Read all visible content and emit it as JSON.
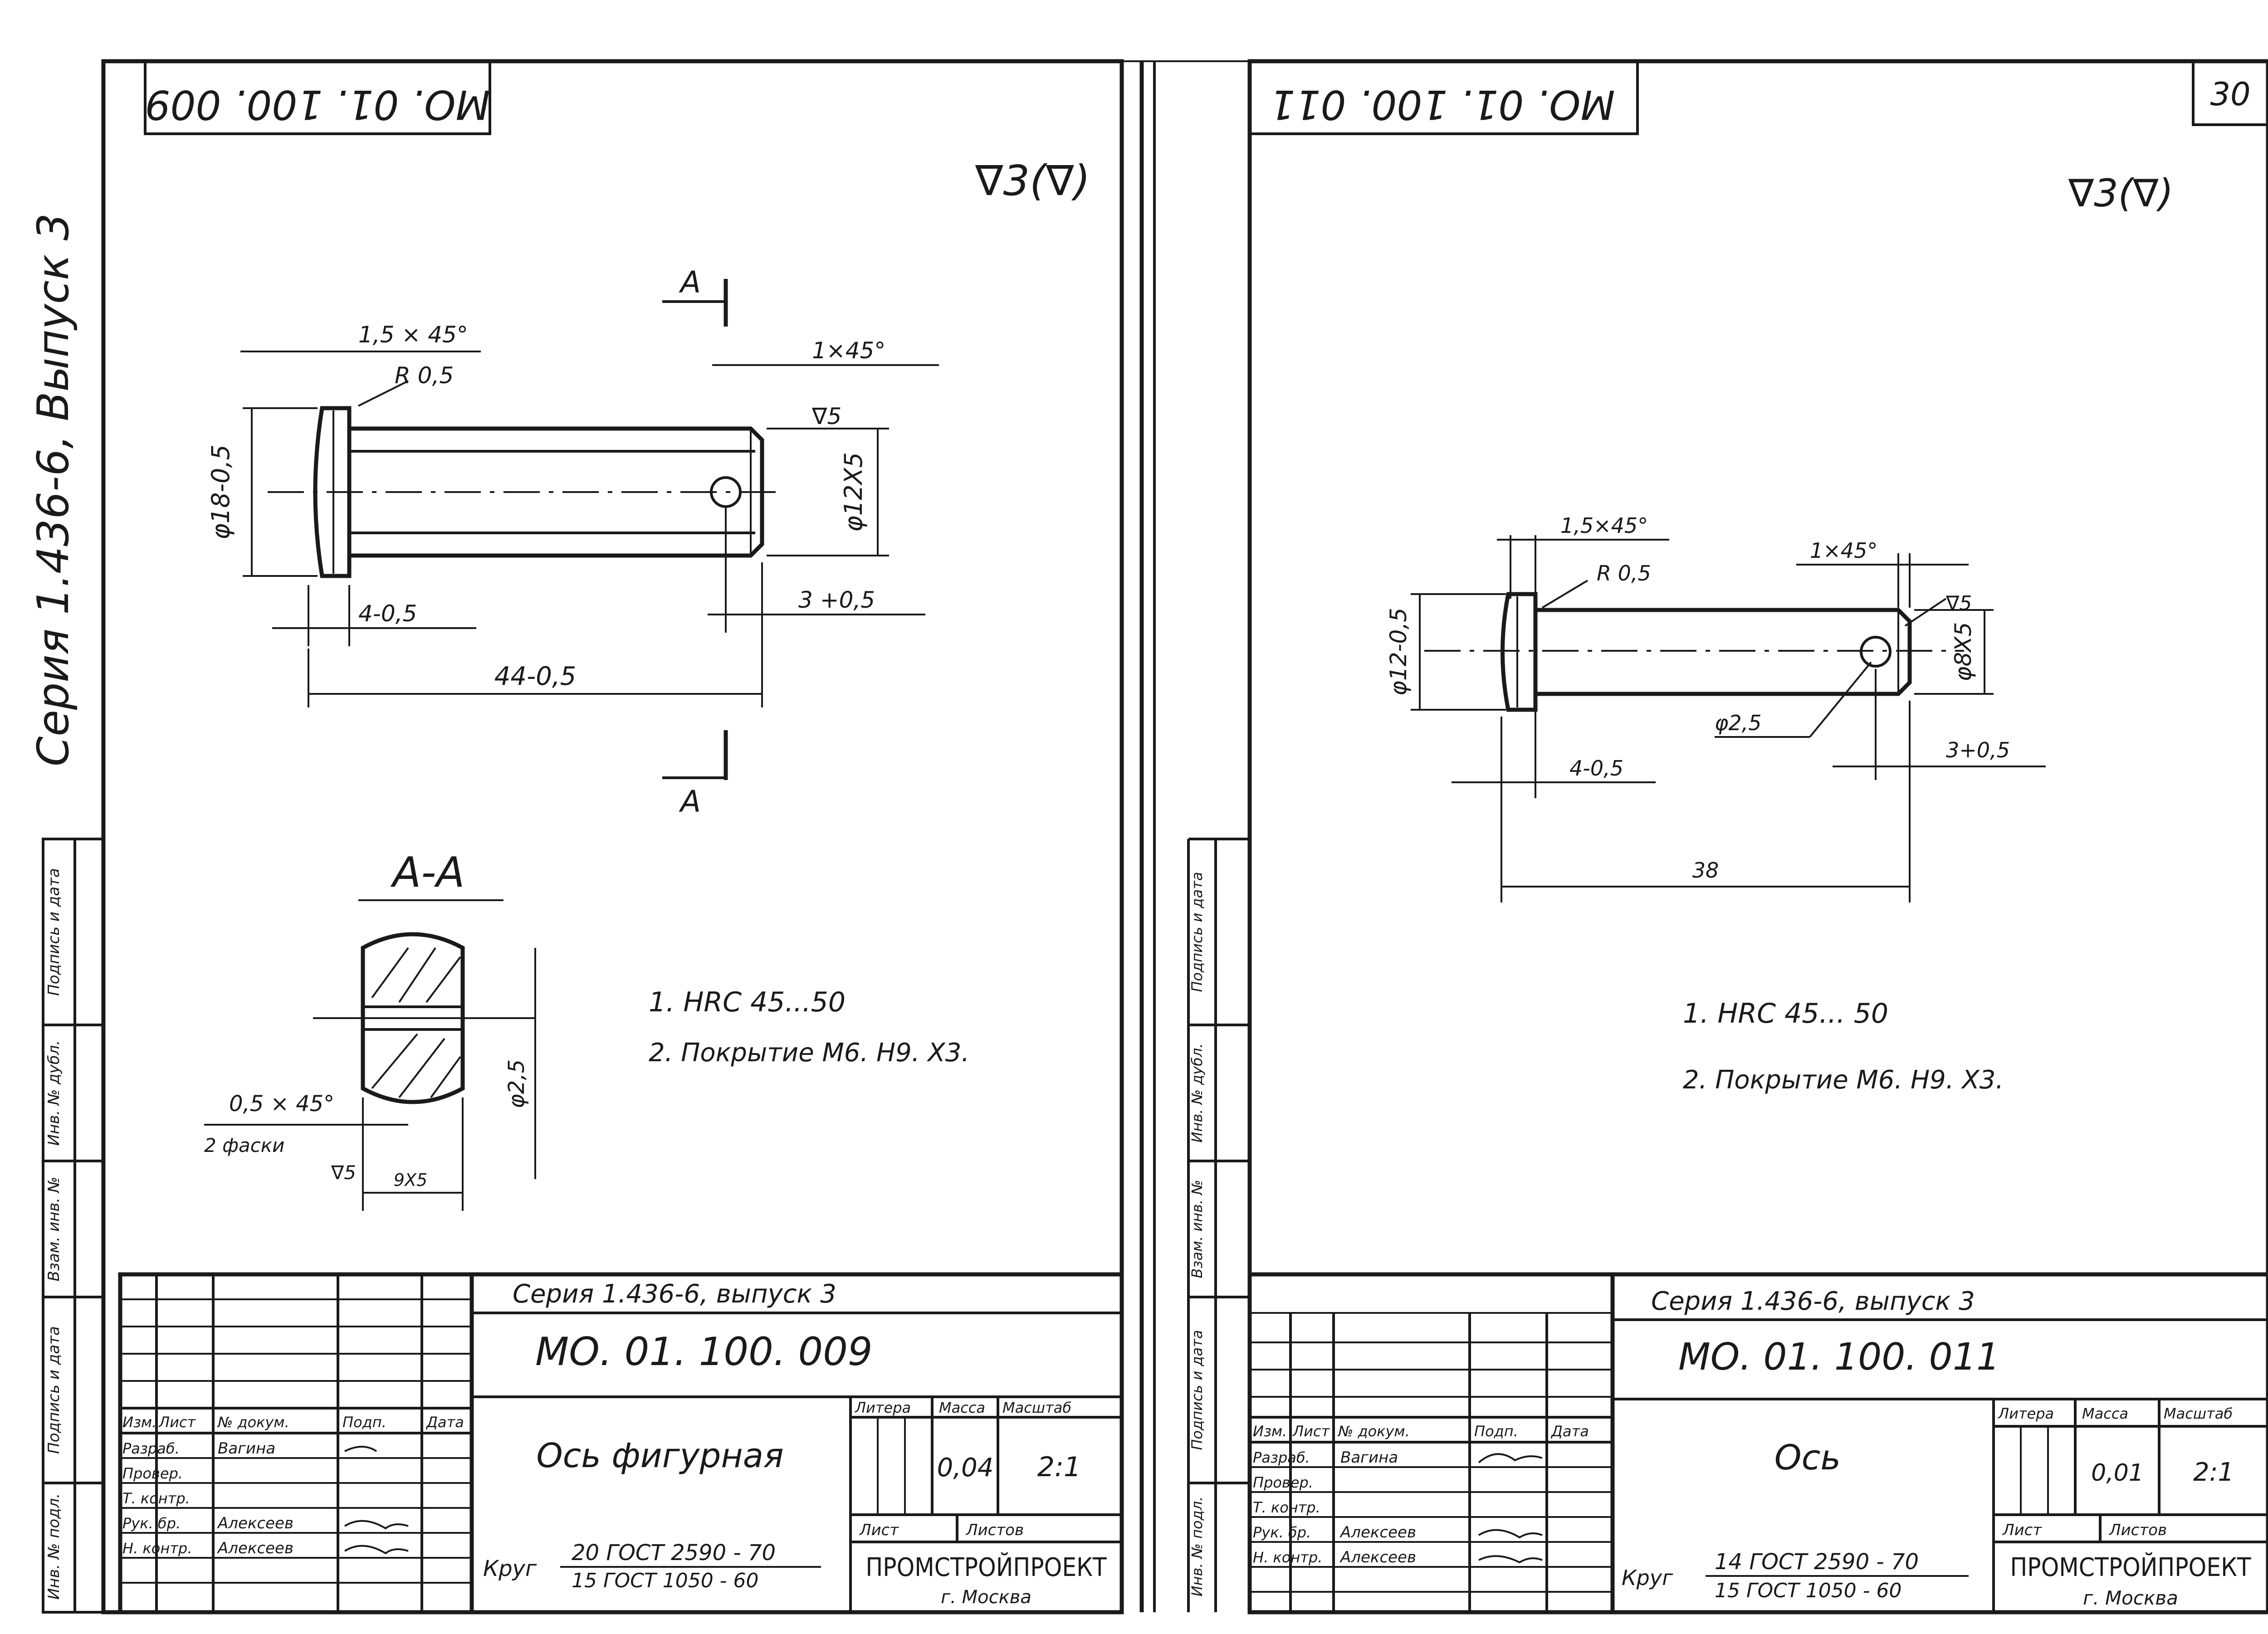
{
  "sheet_number": "30",
  "side_series": "Серия 1.436-6, Выпуск 3",
  "side_stamp_labels": [
    "Взам. инв. №",
    "Инв. № дубл.",
    "Подпись и дата",
    "Подпись и дата",
    "Инв. № подл."
  ],
  "left_sheet": {
    "stamp_mirror": "МО. 01. 100. 009",
    "roughness": "∇3(∇)",
    "dims": {
      "chamfer_head": "1,5 × 45°",
      "radius": "R 0,5",
      "chamfer_end": "1×45°",
      "surface": "∇5",
      "dia_head": "φ18-0,5",
      "dia_shaft": "φ12Х5",
      "head_len": "4-0,5",
      "hole_pos": "3 +0,5",
      "total_len": "44-0,5",
      "section_mark": "А",
      "section_title": "А-А",
      "hole_dia": "φ2,5",
      "chamfer_sec": "0,5 × 45°",
      "chamfer_count": "2 фаски",
      "surface_sec": "∇5",
      "flat": "9Х5"
    },
    "notes": [
      "1.   HRC 45...50",
      "2.   Покрытие М6. Н9. Х3."
    ],
    "title_block": {
      "series": "Серия 1.436-6, выпуск 3",
      "designation": "МО. 01. 100. 009",
      "name": "Ось фигурная",
      "headers": [
        "Изм.",
        "Лист",
        "№ докум.",
        "Подп.",
        "Дата"
      ],
      "roles": [
        "Разраб.",
        "Провер.",
        "Т. контр.",
        "Рук. бр.",
        "Н. контр."
      ],
      "people": [
        "Вагина",
        "",
        "",
        "Алексеев",
        "Алексеев"
      ],
      "col_litera": "Литера",
      "col_mass": "Масса",
      "col_scale": "Масштаб",
      "mass": "0,04",
      "scale": "2:1",
      "sheet": "Лист",
      "sheets": "Листов",
      "material_prefix": "Круг",
      "material_top": "20 ГОСТ 2590 - 70",
      "material_bottom": "15 ГОСТ 1050 - 60",
      "org": "ПРОМСТРОЙПРОЕКТ",
      "city": "г. Москва"
    }
  },
  "right_sheet": {
    "stamp_mirror": "МО. 01. 100. 011",
    "roughness": "∇3(∇)",
    "dims": {
      "chamfer_head": "1,5×45°",
      "radius": "R 0,5",
      "chamfer_end": "1×45°",
      "surface": "∇5",
      "dia_head": "φ12-0,5",
      "dia_shaft": "φ8Х5",
      "hole_dia": "φ2,5",
      "head_len": "4-0,5",
      "hole_pos": "3+0,5",
      "total_len": "38"
    },
    "notes": [
      "1.   HRC 45... 50",
      "2.   Покрытие М6. Н9. Х3."
    ],
    "title_block": {
      "series": "Серия 1.436-6, выпуск 3",
      "designation": "МО. 01. 100. 011",
      "name": "Ось",
      "headers": [
        "Изм.",
        "Лист",
        "№ докум.",
        "Подп.",
        "Дата"
      ],
      "roles": [
        "Разраб.",
        "Провер.",
        "Т. контр.",
        "Рук. бр.",
        "Н. контр."
      ],
      "people": [
        "Вагина",
        "",
        "",
        "Алексеев",
        "Алексеев"
      ],
      "col_litera": "Литера",
      "col_mass": "Масса",
      "col_scale": "Масштаб",
      "mass": "0,01",
      "scale": "2:1",
      "sheet": "Лист",
      "sheets": "Листов",
      "material_prefix": "Круг",
      "material_top": "14 ГОСТ 2590 - 70",
      "material_bottom": "15 ГОСТ 1050 - 60",
      "org": "ПРОМСТРОЙПРОЕКТ",
      "city": "г. Москва"
    }
  }
}
